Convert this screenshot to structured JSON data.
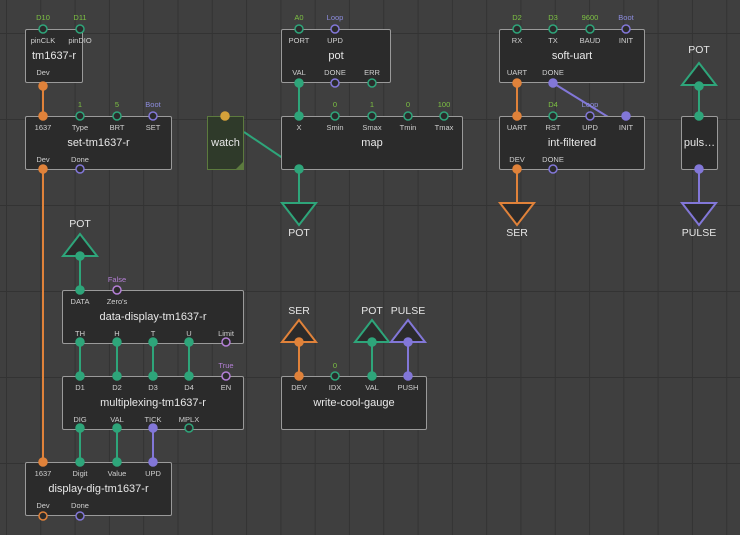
{
  "nodes": {
    "tm1637r": {
      "title": "tm1637-r",
      "in": [
        "pinCLK",
        "pinDIO"
      ],
      "in_values": [
        "D10",
        "D11"
      ],
      "out": [
        "Dev"
      ]
    },
    "set_tm": {
      "title": "set-tm1637-r",
      "in": [
        "1637",
        "Type",
        "BRT",
        "SET"
      ],
      "in_values": [
        "",
        "1",
        "5",
        "Boot"
      ],
      "out": [
        "Dev",
        "Done"
      ]
    },
    "pot": {
      "title": "pot",
      "in": [
        "PORT",
        "UPD"
      ],
      "in_values": [
        "A0",
        "Loop"
      ],
      "out": [
        "VAL",
        "DONE",
        "ERR"
      ]
    },
    "map": {
      "title": "map",
      "in": [
        "X",
        "Smin",
        "Smax",
        "Tmin",
        "Tmax"
      ],
      "in_values": [
        "",
        "0",
        "1",
        "0",
        "100"
      ]
    },
    "soft_uart": {
      "title": "soft-uart",
      "in": [
        "RX",
        "TX",
        "BAUD",
        "INIT"
      ],
      "in_values": [
        "D2",
        "D3",
        "9600",
        "Boot"
      ],
      "out": [
        "UART",
        "DONE"
      ]
    },
    "int_filtered": {
      "title": "int-filtered",
      "in": [
        "UART",
        "RST",
        "UPD",
        "INIT"
      ],
      "in_values": [
        "",
        "D4",
        "Loop",
        ""
      ],
      "out": [
        "DEV",
        "DONE"
      ]
    },
    "puls": {
      "title": "puls…"
    },
    "data_display": {
      "title": "data-display-tm1637-r",
      "in": [
        "DATA",
        "Zero's"
      ],
      "in_values": [
        "",
        "False"
      ],
      "out": [
        "TH",
        "H",
        "T",
        "U",
        "Limit"
      ]
    },
    "multiplexing": {
      "title": "multiplexing-tm1637-r",
      "in": [
        "D1",
        "D2",
        "D3",
        "D4",
        "EN"
      ],
      "in_values": [
        "",
        "",
        "",
        "",
        "True"
      ],
      "out": [
        "DIG",
        "VAL",
        "TICK",
        "MPLX"
      ]
    },
    "write_gauge": {
      "title": "write-cool-gauge",
      "in": [
        "DEV",
        "IDX",
        "VAL",
        "PUSH"
      ],
      "in_values": [
        "",
        "0",
        "",
        ""
      ]
    },
    "display_dig": {
      "title": "display-dig-tm1637-r",
      "in": [
        "1637",
        "Digit",
        "Value",
        "UPD"
      ],
      "out": [
        "Dev",
        "Done"
      ]
    },
    "watch": {
      "title": "watch"
    }
  },
  "terminals": {
    "pot_in_top": "POT",
    "pot_out_map": "POT",
    "ser_out": "SER",
    "pulse_out": "PULSE",
    "pot_in_left": "POT",
    "ser_in": "SER",
    "pot_in_gauge": "POT",
    "pulse_in": "PULSE"
  },
  "colors": {
    "background": "#3f3f3f",
    "node_bg": "#2b2b2b",
    "node_border": "#9a9a9a",
    "green": "#2ea57a",
    "orange": "#e0823a",
    "purple": "#8277d8",
    "value_green": "#7dc243",
    "value_purple": "#b47fd6",
    "value_blue": "#8c8cdd"
  }
}
